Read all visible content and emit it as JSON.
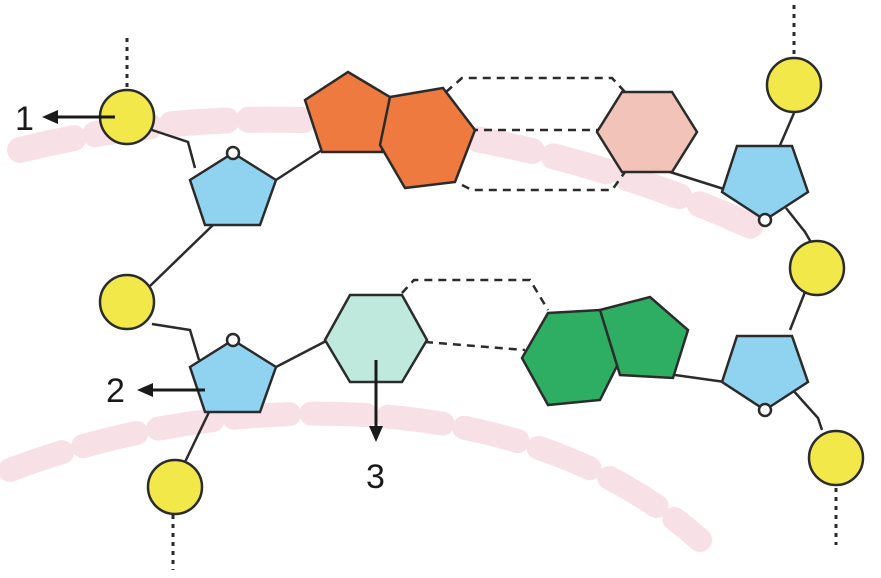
{
  "labels": {
    "one": "1",
    "two": "2",
    "three": "3"
  },
  "colors": {
    "phosphate": "#f3e84a",
    "sugar": "#8fd3f0",
    "purine_top": "#ef7a3f",
    "pyrimidine_top": "#f2c3b8",
    "pyrimidine_bottom": "#bfe9dd",
    "purine_bottom": "#2eae63",
    "outline": "#2b2b2b",
    "watermark": "#f3c6d3"
  }
}
